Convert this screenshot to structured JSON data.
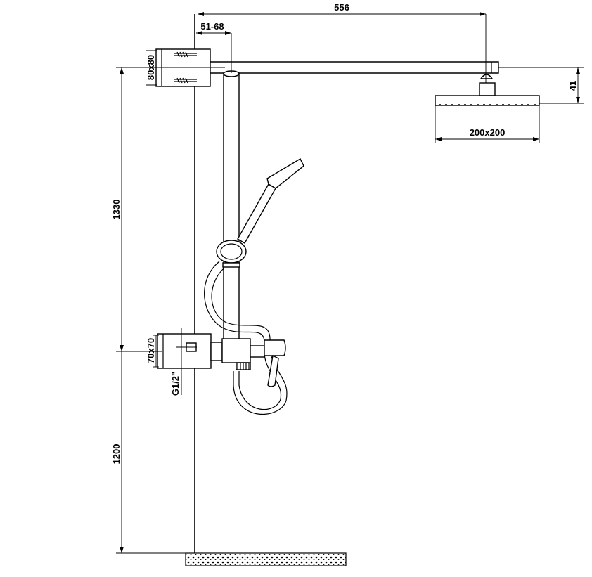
{
  "dimensions": {
    "arm_length": "556",
    "wall_offset": "51-68",
    "wall_bracket": "80x80",
    "head_height": "41",
    "head_size": "200x200",
    "column_height": "1330",
    "mixer_plate": "70x70",
    "inlet_thread": "G1/2\"",
    "mixer_height": "1200"
  },
  "colors": {
    "line": "#000000",
    "background": "#ffffff"
  }
}
